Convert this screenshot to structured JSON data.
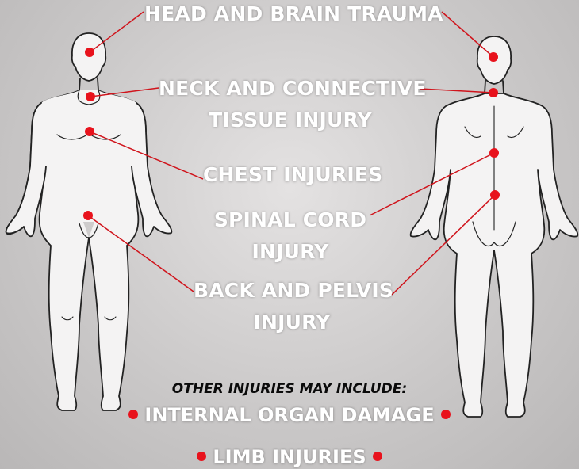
{
  "labels": {
    "head": "HEAD AND BRAIN TRAUMA",
    "neck": [
      "NECK AND CONNECTIVE",
      "TISSUE INJURY"
    ],
    "chest": "CHEST INJURIES",
    "spinal": [
      "SPINAL CORD",
      "INJURY"
    ],
    "back": [
      "BACK AND PELVIS",
      "INJURY"
    ]
  },
  "other": {
    "header": "OTHER INJURIES MAY INCLUDE:",
    "items": [
      "INTERNAL ORGAN DAMAGE",
      "LIMB INJURIES"
    ]
  },
  "colors": {
    "marker": "#e8121c",
    "leader_line": "#d0141c",
    "label_text": "#ffffff",
    "figure_stroke": "#222222"
  }
}
